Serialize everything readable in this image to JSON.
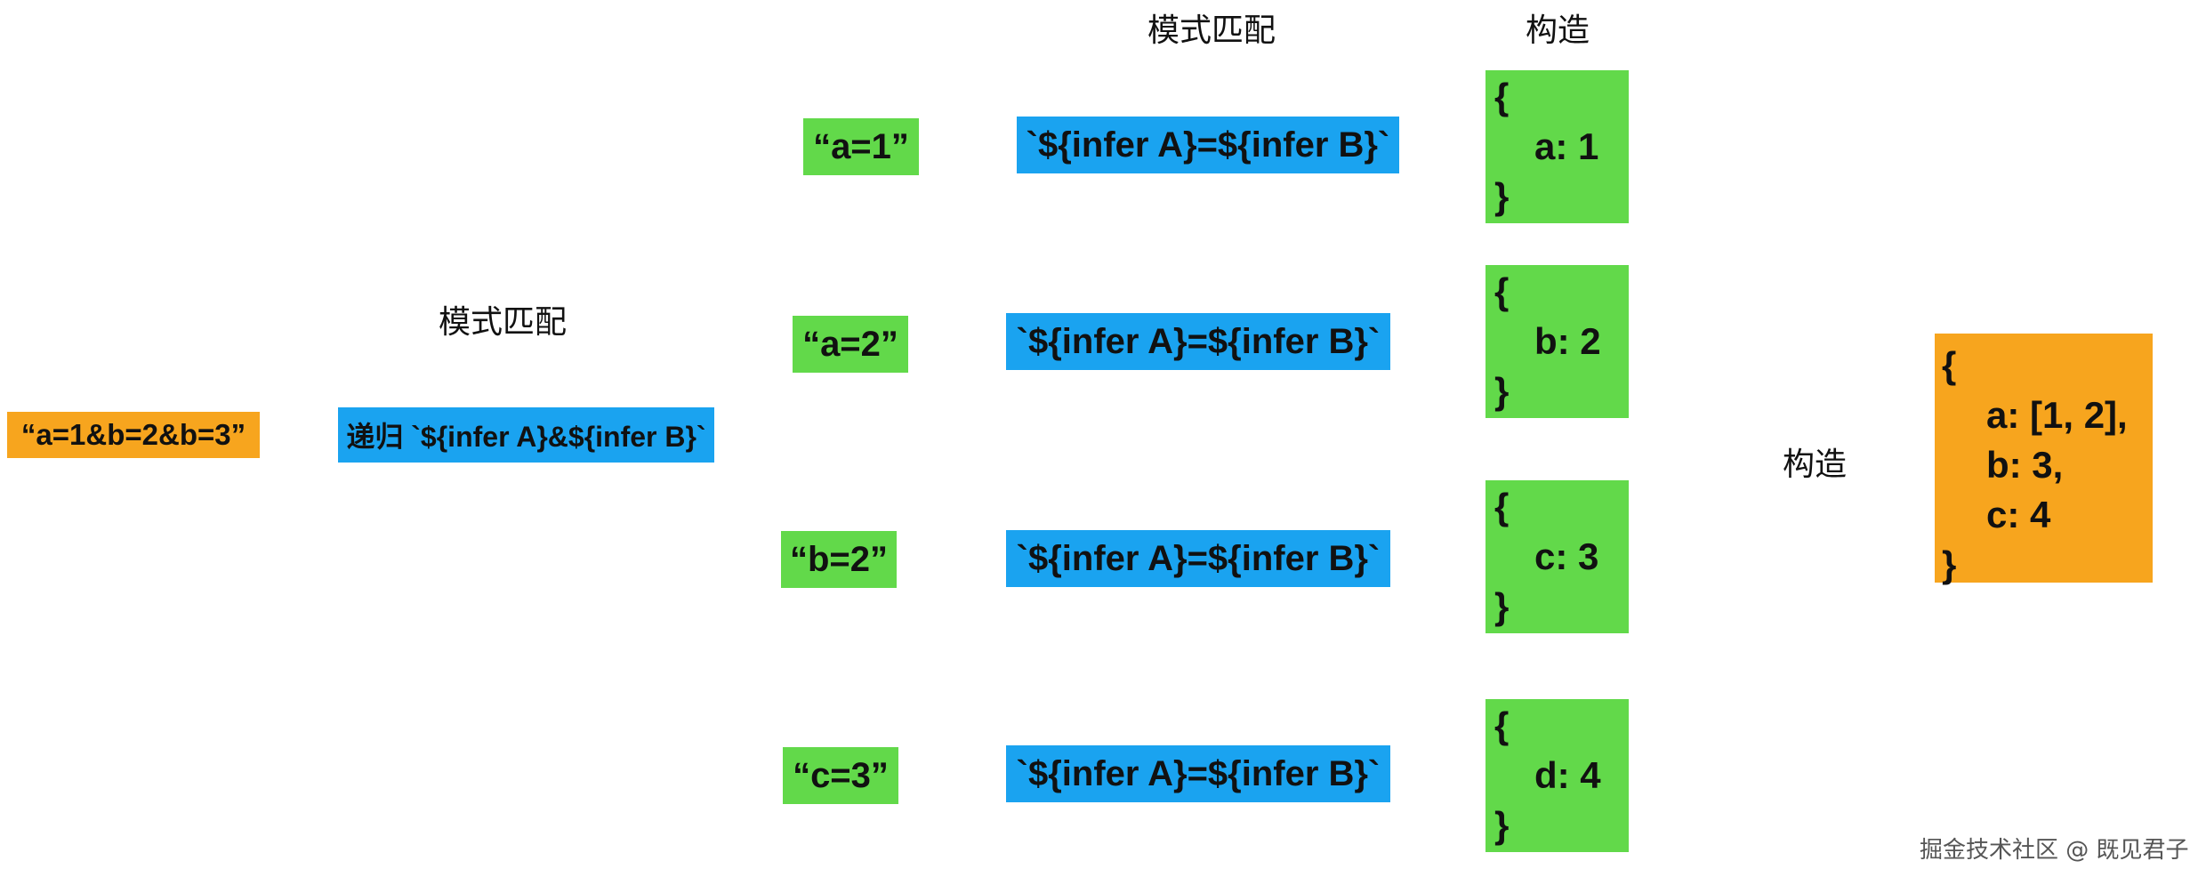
{
  "labels": {
    "pattern_match_left": "模式匹配",
    "pattern_match_top": "模式匹配",
    "construct_top": "构造",
    "construct_right": "构造"
  },
  "input": {
    "text": "“a=1&b=2&b=3”"
  },
  "recursive_pattern": {
    "text": "递归 `${infer A}&${infer B}`"
  },
  "rows": [
    {
      "part": "“a=1”",
      "pattern": "`${infer A}=${infer B}`",
      "open": "{",
      "entry": "a: 1",
      "close": "}"
    },
    {
      "part": "“a=2”",
      "pattern": "`${infer A}=${infer B}`",
      "open": "{",
      "entry": "b: 2",
      "close": "}"
    },
    {
      "part": "“b=2”",
      "pattern": "`${infer A}=${infer B}`",
      "open": "{",
      "entry": "c: 3",
      "close": "}"
    },
    {
      "part": "“c=3”",
      "pattern": "`${infer A}=${infer B}`",
      "open": "{",
      "entry": "d: 4",
      "close": "}"
    }
  ],
  "result": {
    "open": "{",
    "lines": [
      "a: [1, 2],",
      "b: 3,",
      "c: 4"
    ],
    "close": "}"
  },
  "watermark": "掘金技术社区 @ 既见君子",
  "colors": {
    "orange": "#f7a51e",
    "blue": "#1aa3f0",
    "green": "#62d94a"
  }
}
